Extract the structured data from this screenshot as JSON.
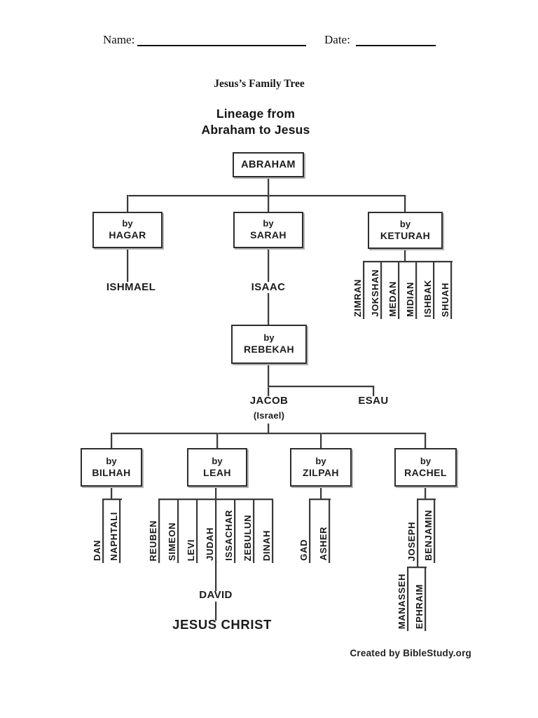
{
  "header": {
    "name_label": "Name:",
    "date_label": "Date:",
    "subtitle": "Jesus’s Family Tree"
  },
  "title": {
    "line1": "Lineage from",
    "line2": "Abraham to Jesus"
  },
  "tree": {
    "root": "ABRAHAM",
    "by_label": "by",
    "wives": {
      "hagar": "HAGAR",
      "sarah": "SARAH",
      "keturah": "KETURAH",
      "rebekah": "REBEKAH",
      "bilhah": "BILHAH",
      "leah": "LEAH",
      "zilpah": "ZILPAH",
      "rachel": "RACHEL"
    },
    "ishmael": "ISHMAEL",
    "isaac": "ISAAC",
    "jacob": "JACOB",
    "jacob_alt_name": "(Israel)",
    "esau": "ESAU",
    "david": "DAVID",
    "jesus": "JESUS CHRIST",
    "children": {
      "keturah": [
        "ZIMRAN",
        "JOKSHAN",
        "MEDAN",
        "MIDIAN",
        "ISHBAK",
        "SHUAH"
      ],
      "bilhah": [
        "DAN",
        "NAPHTALI"
      ],
      "leah": [
        "REUBEN",
        "SIMEON",
        "LEVI",
        "JUDAH",
        "ISSACHAR",
        "ZEBULUN",
        "DINAH"
      ],
      "zilpah": [
        "GAD",
        "ASHER"
      ],
      "rachel": [
        "JOSEPH",
        "BENJAMIN"
      ],
      "joseph": [
        "MANASSEH",
        "EPHRAIM"
      ]
    }
  },
  "footer": {
    "credit": "Created by BibleStudy.org"
  }
}
